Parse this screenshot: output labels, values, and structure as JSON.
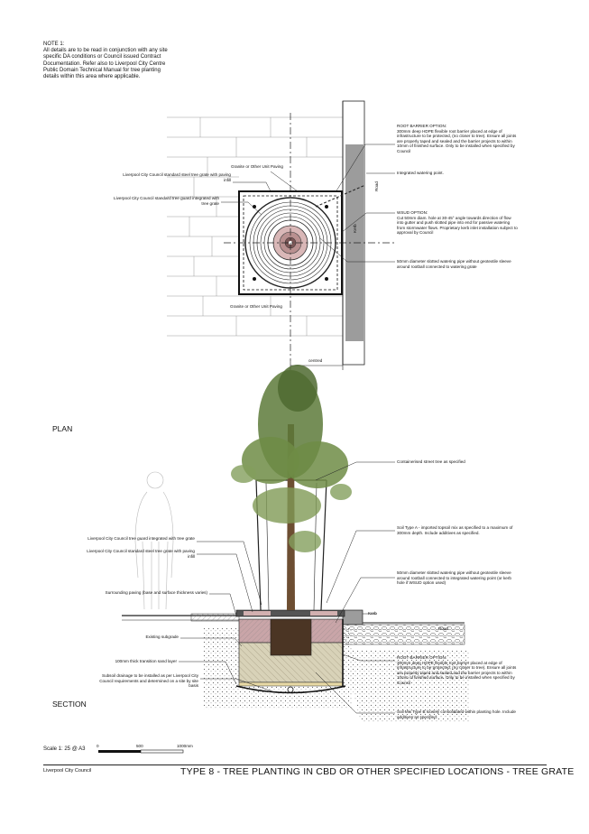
{
  "note": "NOTE 1:\nAll details are to be read in conjunction with any site\nspecific DA conditions or Council issued Contract\nDocumentation. Refer also to Liverpool City Centre\nPublic Domain Technical Manual for tree planting\ndetails within this area where applicable.",
  "plan": {
    "heading": "PLAN",
    "labels": {
      "root_barrier": "ROOT BARRIER OPTION:\n300mm deep HDPE flexible root barrier placed at edge of\ninfrastructure to be protected, (no closer to tree). Ensure all joints\nare properly taped and sealed and the barrier projects to within\n10mm of finished surface. Only to be installed when specified by\nCouncil",
      "granite_top": "Granite or Other Unit Paving",
      "grate": "Liverpool City Council standard steel tree grate with paving\ninfill",
      "guard": "Liverpool City Council standard tree guard integrated with\ntree grate",
      "watering_point": "Integrated watering point.",
      "wsud": "WSUD OPTION:\nCut 50mm diam. hole at 30-45° angle towards direction of flow\ninto gutter and push slotted pipe into end for passive watering\nfrom stormwater flows. Proprietary kerb inlet installation subject to\napproval by Council",
      "pipe": "50mm diameter slotted watering pipe without geotextile sleeve\naround rootball connected to watering grate",
      "granite_bottom": "Granite or Other Unit Paving",
      "road": "Road",
      "kerb": "Kerb",
      "centred": "centred"
    }
  },
  "section": {
    "heading": "SECTION",
    "labels": {
      "street_tree": "Containerised street tree as specified",
      "soil_a": "Soil Type A - imported topsoil mix as specified to a maximum of\n300mm depth. Include additives as specified.",
      "guard": "Liverpool City Council tree guard integrated with tree grate",
      "grate": "Liverpool City Council standard steel tree grate with paving\ninfill",
      "pipe": "50mm diameter slotted watering pipe without geotextile sleeve\naround rootball connected to integrated watering point (or kerb\nhole if WSUD option used)",
      "paving": "Surrounding paving (base and surface thickness varies)",
      "kerb": "Kerb",
      "road": "Road",
      "subgrade": "Existing subgrade",
      "sand": "100mm thick transition sand layer",
      "drainage": "Subsoil drainage to be installed as per Liverpool City\nCouncil requirements and determined on a site by site\nbasis",
      "root_barrier": "ROOT BARRIER OPTION:\n300mm deep HDPE flexible root barrier placed at edge of\ninfrastructure to be protected, (no closer to tree). Ensure all joints\nare properly taped and sealed and the barrier projects to within\n10mm of finished surface. Only to be installed when specified by\nCouncil",
      "soil_b": "Soil Mix Type B loosely consolidated within planting hole. Include\nadditives as specified."
    }
  },
  "scale": {
    "label": "Scale 1: 25 @ A3",
    "ticks": [
      "0",
      "500",
      "1000mm"
    ]
  },
  "footer": {
    "org": "Liverpool City Council",
    "title": "TYPE 8 - TREE PLANTING IN CBD OR OTHER SPECIFIED LOCATIONS - TREE GRATE"
  },
  "colors": {
    "foliage": "#5d7a3a",
    "soil_a": "#c9a5a8",
    "soil_b": "#d8d2b8",
    "rootball": "#4b3524",
    "kerb": "#9c9c9c"
  }
}
